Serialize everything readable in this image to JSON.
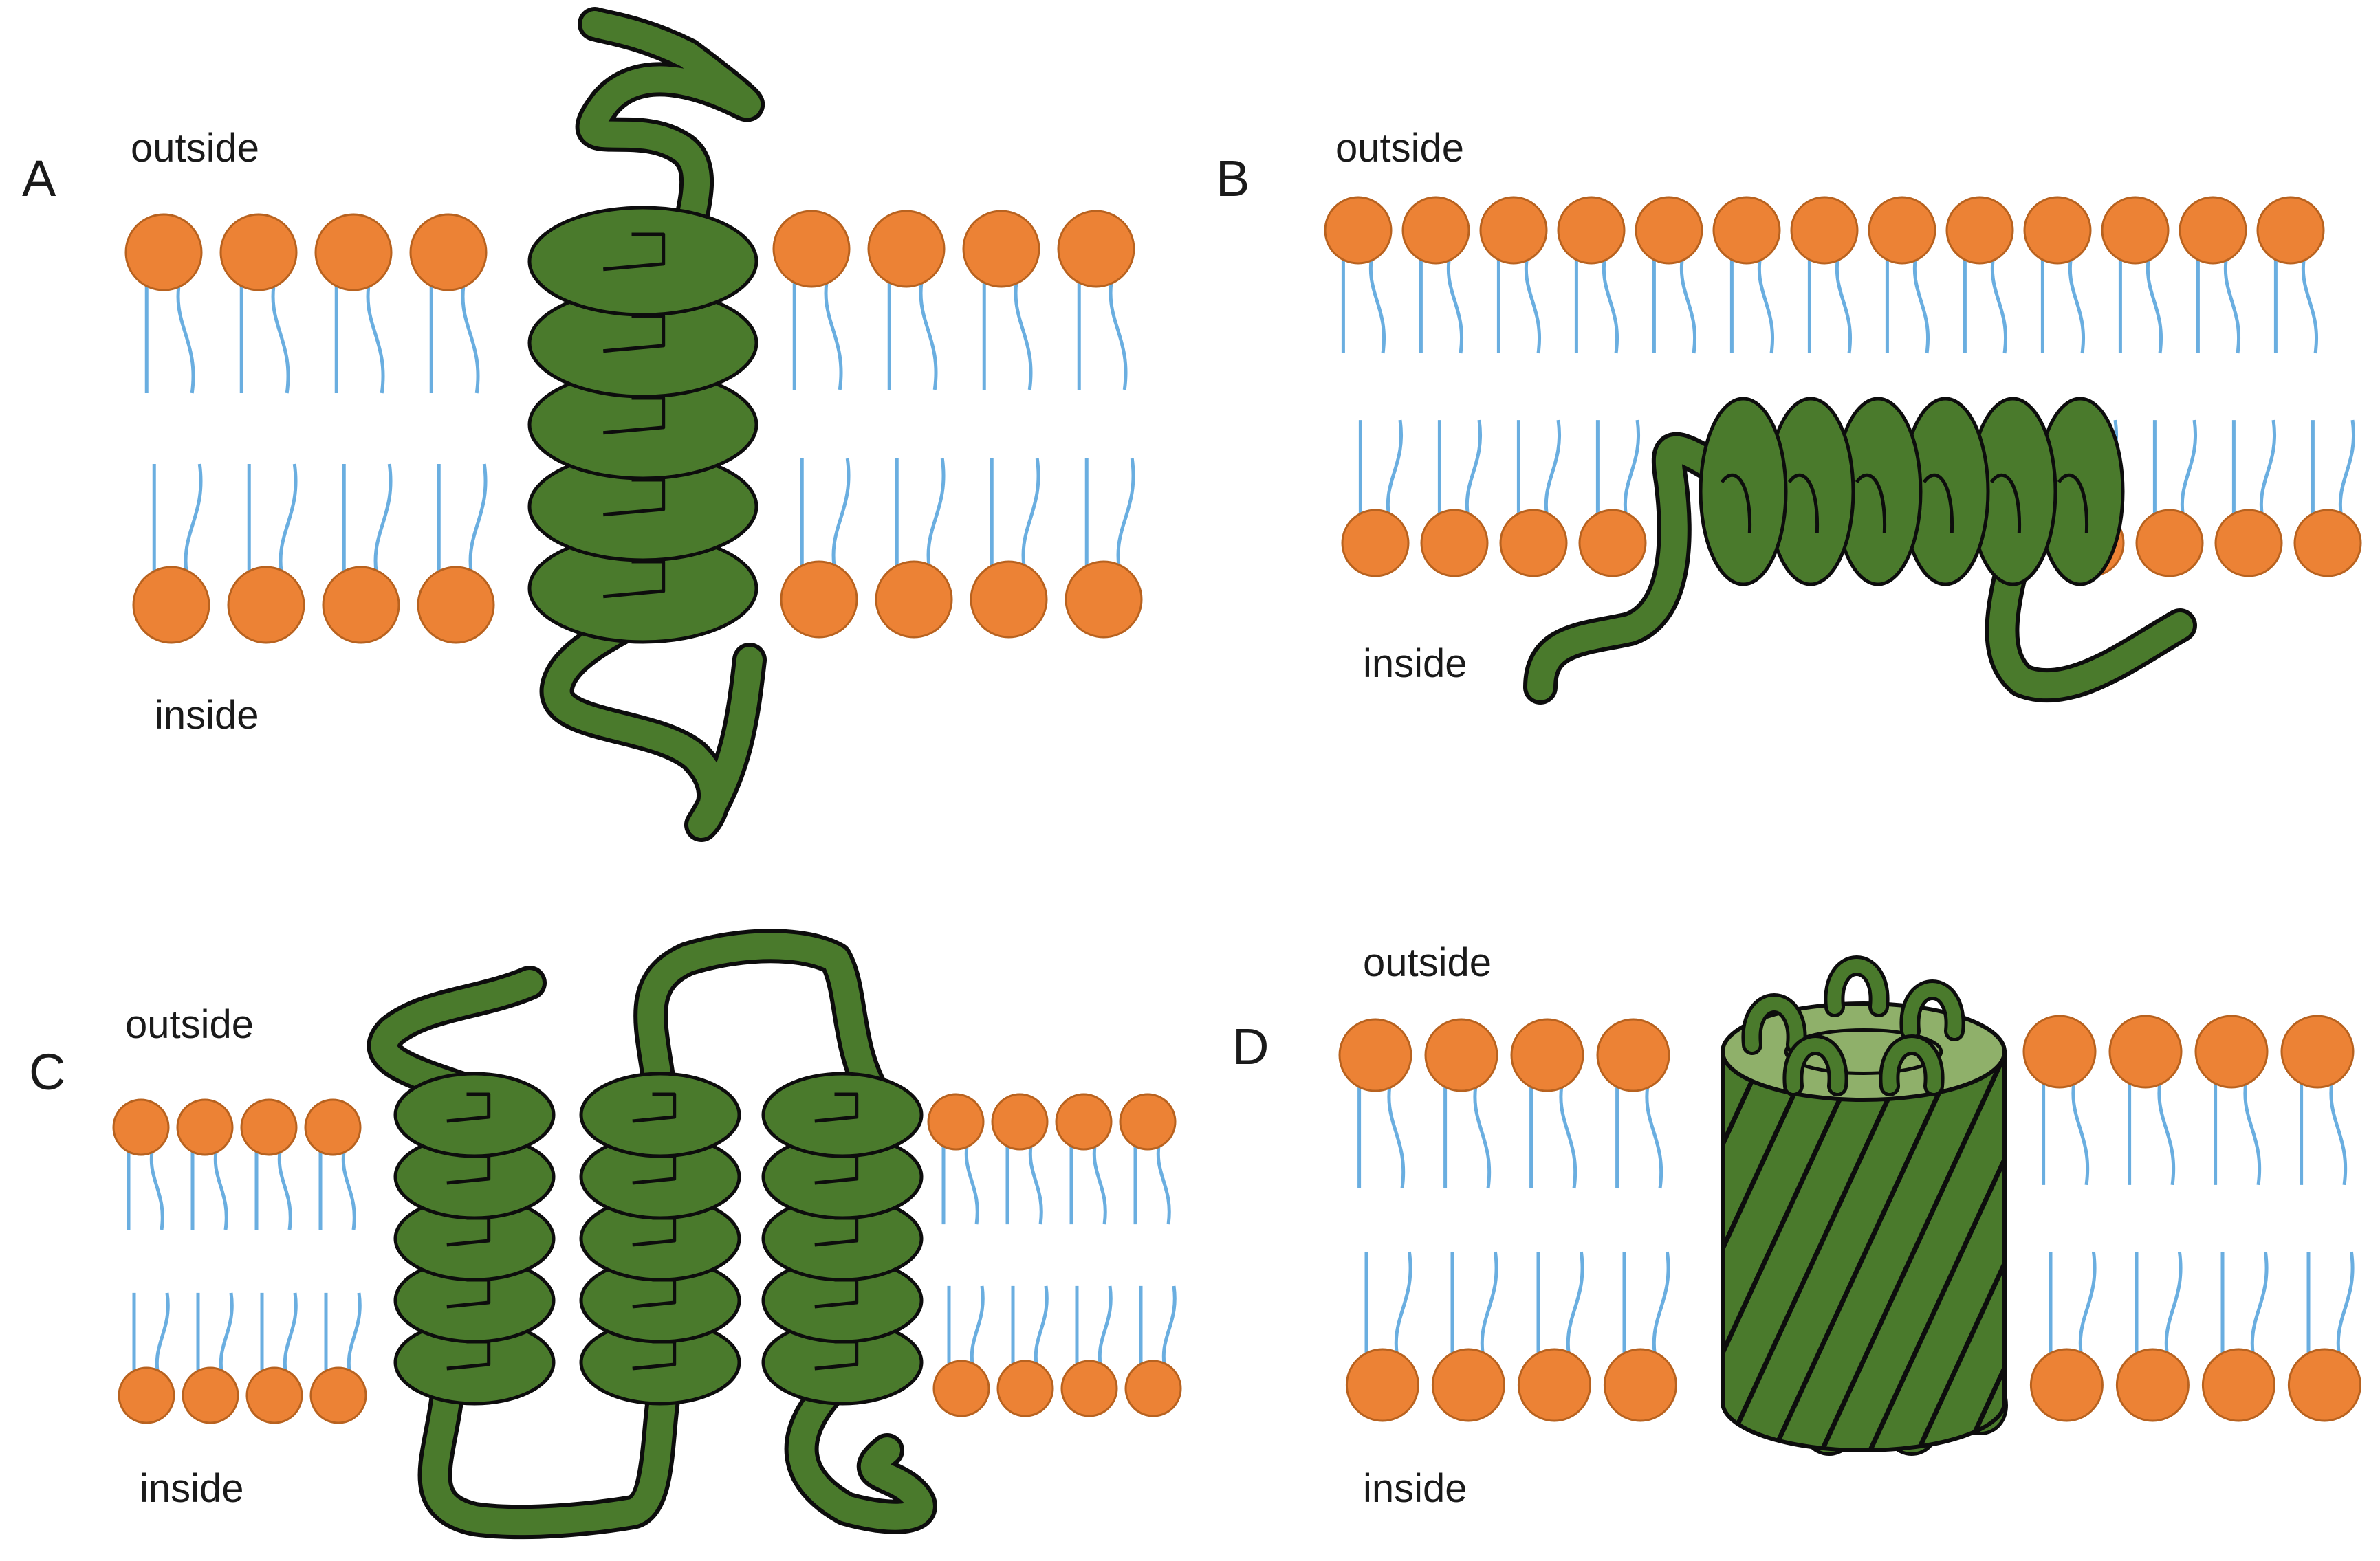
{
  "figure": {
    "panels": [
      {
        "id": "A",
        "letter": "A",
        "outside_label": "outside",
        "inside_label": "inside"
      },
      {
        "id": "B",
        "letter": "B",
        "outside_label": "outside",
        "inside_label": "inside"
      },
      {
        "id": "C",
        "letter": "C",
        "outside_label": "outside",
        "inside_label": "inside"
      },
      {
        "id": "D",
        "letter": "D",
        "outside_label": "outside",
        "inside_label": "inside"
      }
    ]
  },
  "colors": {
    "lipid_head": "#ec8235",
    "lipid_head_stroke": "#b8621f",
    "lipid_tail": "#6aaee0",
    "protein": "#4a7a2c",
    "protein_light": "#8fb06a",
    "protein_stroke": "#0d0d0d"
  }
}
